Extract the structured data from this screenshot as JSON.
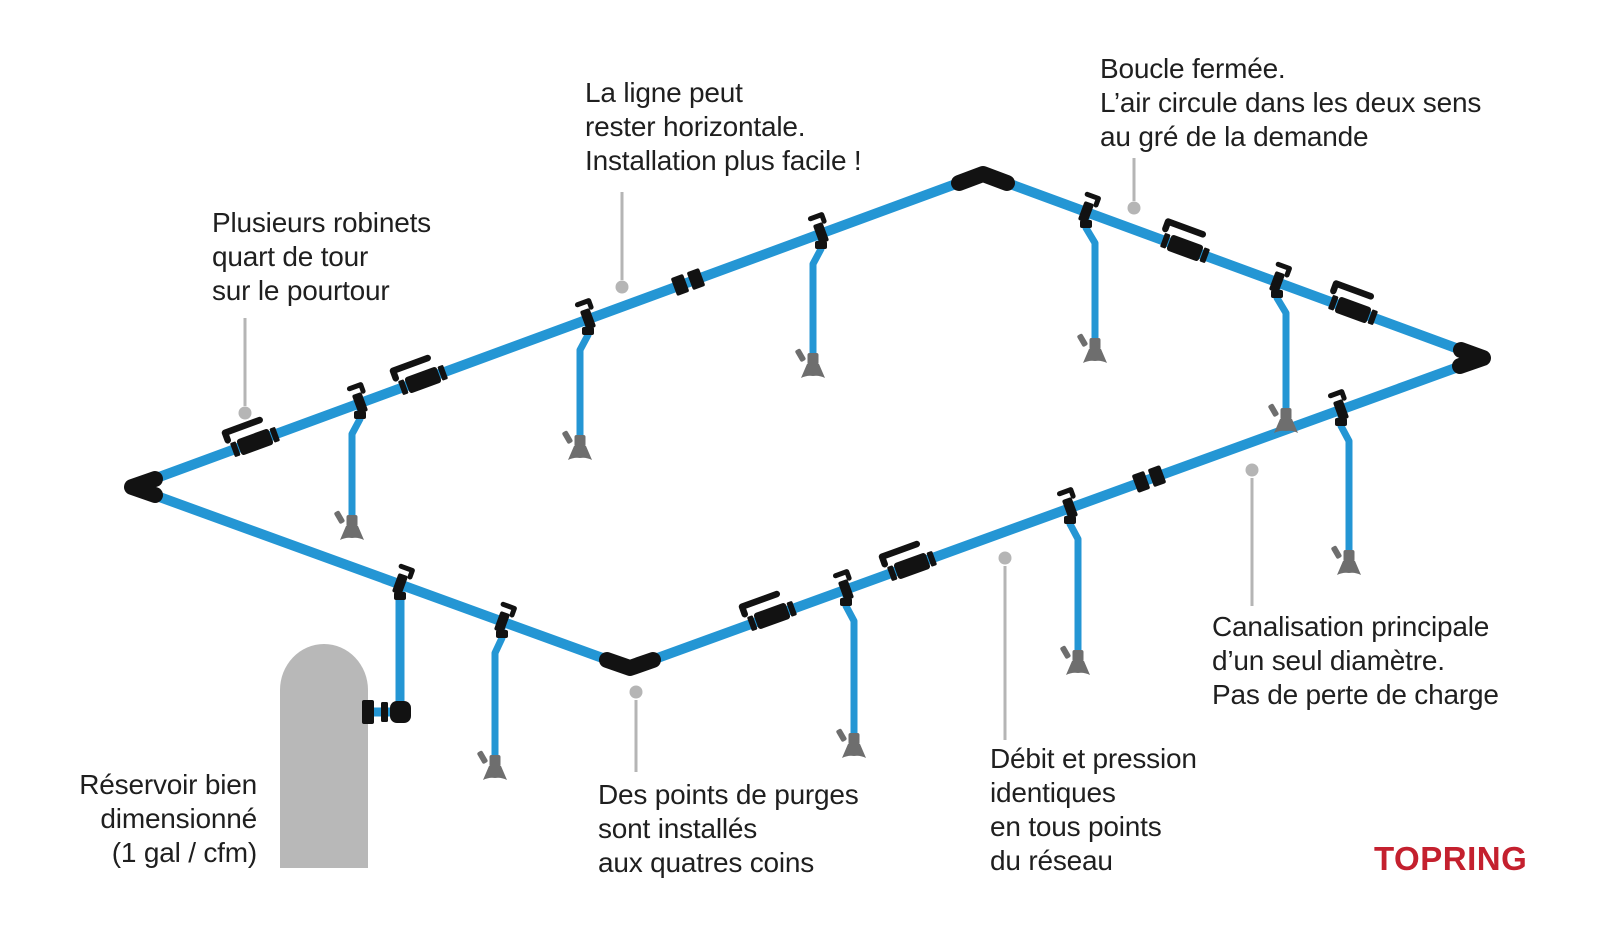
{
  "labels": {
    "multiple_valves": "Plusieurs robinets\nquart de tour\nsur le pourtour",
    "horizontal_line": "La ligne peut\nrester horizontale.\nInstallation plus facile !",
    "closed_loop": "Boucle fermée.\nL’air circule dans les deux sens\nau gré de la demande",
    "main_pipe": "Canalisation principale\nd’un seul diamètre.\nPas de perte de charge",
    "flow_pressure": "Débit et pression\nidentiques\nen tous points\ndu réseau",
    "drain_points": "Des points de purges\nsont installés\naux quatres coins",
    "receiver": "Réservoir bien\ndimensionné\n(1 gal / cfm)"
  },
  "logo": {
    "text": "TOPRING"
  },
  "colors": {
    "pipe": "#2496D4",
    "fitting": "#121212",
    "drain": "#6E6E6E",
    "tank": "#B8B8B8",
    "leader": "#B5B5B5",
    "text": "#1F1F1F",
    "logo": "#C4202E",
    "background": "#FFFFFF"
  }
}
